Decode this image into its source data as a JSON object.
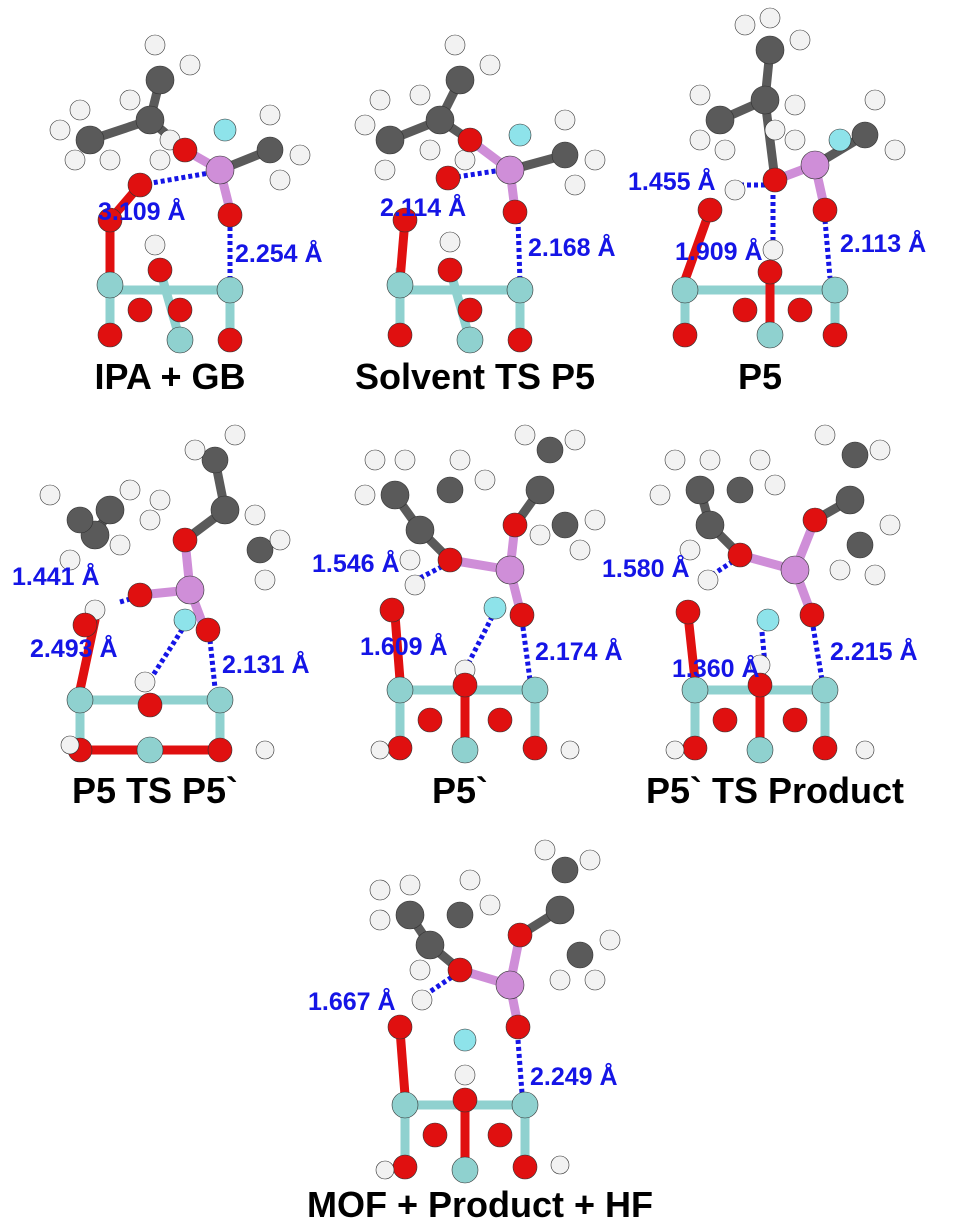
{
  "colors": {
    "oxygen": "#e01010",
    "zirconium": "#8fd1cf",
    "carbon": "#5a5a5a",
    "hydrogen": "#f2f2f2",
    "phosphorus": "#cf8ed8",
    "fluorine": "#8ee3ea",
    "distance_line": "#1515e6",
    "label": "#1515e6"
  },
  "panels": [
    {
      "caption": "IPA + GB",
      "distances": [
        "3.109 Å",
        "2.254 Å"
      ]
    },
    {
      "caption": "Solvent TS P5",
      "distances": [
        "2.114 Å",
        "2.168 Å"
      ]
    },
    {
      "caption": "P5",
      "distances": [
        "1.455 Å",
        "1.909 Å",
        "2.113 Å"
      ]
    },
    {
      "caption": "P5 TS P5`",
      "distances": [
        "1.441 Å",
        "2.493 Å",
        "2.131 Å"
      ]
    },
    {
      "caption": "P5`",
      "distances": [
        "1.546 Å",
        "1.609 Å",
        "2.174 Å"
      ]
    },
    {
      "caption": "P5` TS Product",
      "distances": [
        "1.580 Å",
        "1.360 Å",
        "2.215 Å"
      ]
    },
    {
      "caption": "MOF + Product + HF",
      "distances": [
        "1.667 Å",
        "2.249 Å"
      ]
    }
  ]
}
